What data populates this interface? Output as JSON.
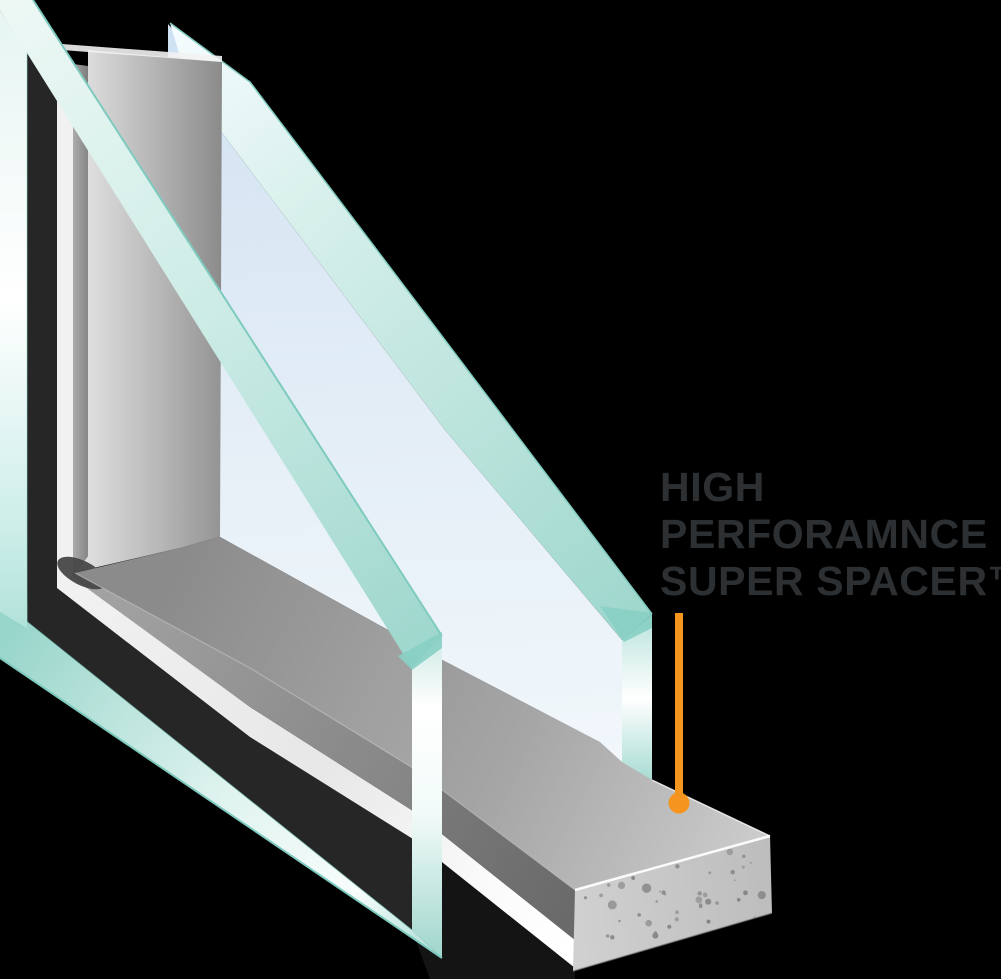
{
  "scene": {
    "background": "#000000",
    "description": "3D cutaway illustration of a dual-pane insulated glass unit showing the foam spacer bar between two glass panes"
  },
  "callout": {
    "line1": "HIGH",
    "line2": "PERFORAMNCE",
    "line3": "SUPER SPACER™"
  },
  "pointer": {
    "target": "spacer-bar-top-face"
  },
  "palette": {
    "background": "#000000",
    "label_text": "#2D3033",
    "pointer_orange": "#F5941F",
    "teal_edge": "#7ECABE",
    "teal_mid": "#9ED7CD",
    "teal_deep": "#98D5CA",
    "mint_light": "#DFF3EF",
    "mint_white": "#F2FBF9",
    "glass_blue_top": "#D3E3F2",
    "glass_blue_mid": "#E4EEF7",
    "glass_blue_bottom": "#F1F7FB",
    "glass_sliver": "#CFE2F4",
    "sealant_black": "#141414",
    "spacer_gray_light": "#DCDCDC",
    "spacer_gray_dark": "#8B8B8B",
    "cap_teal": "#88CFC4",
    "white": "#FFFFFF"
  }
}
